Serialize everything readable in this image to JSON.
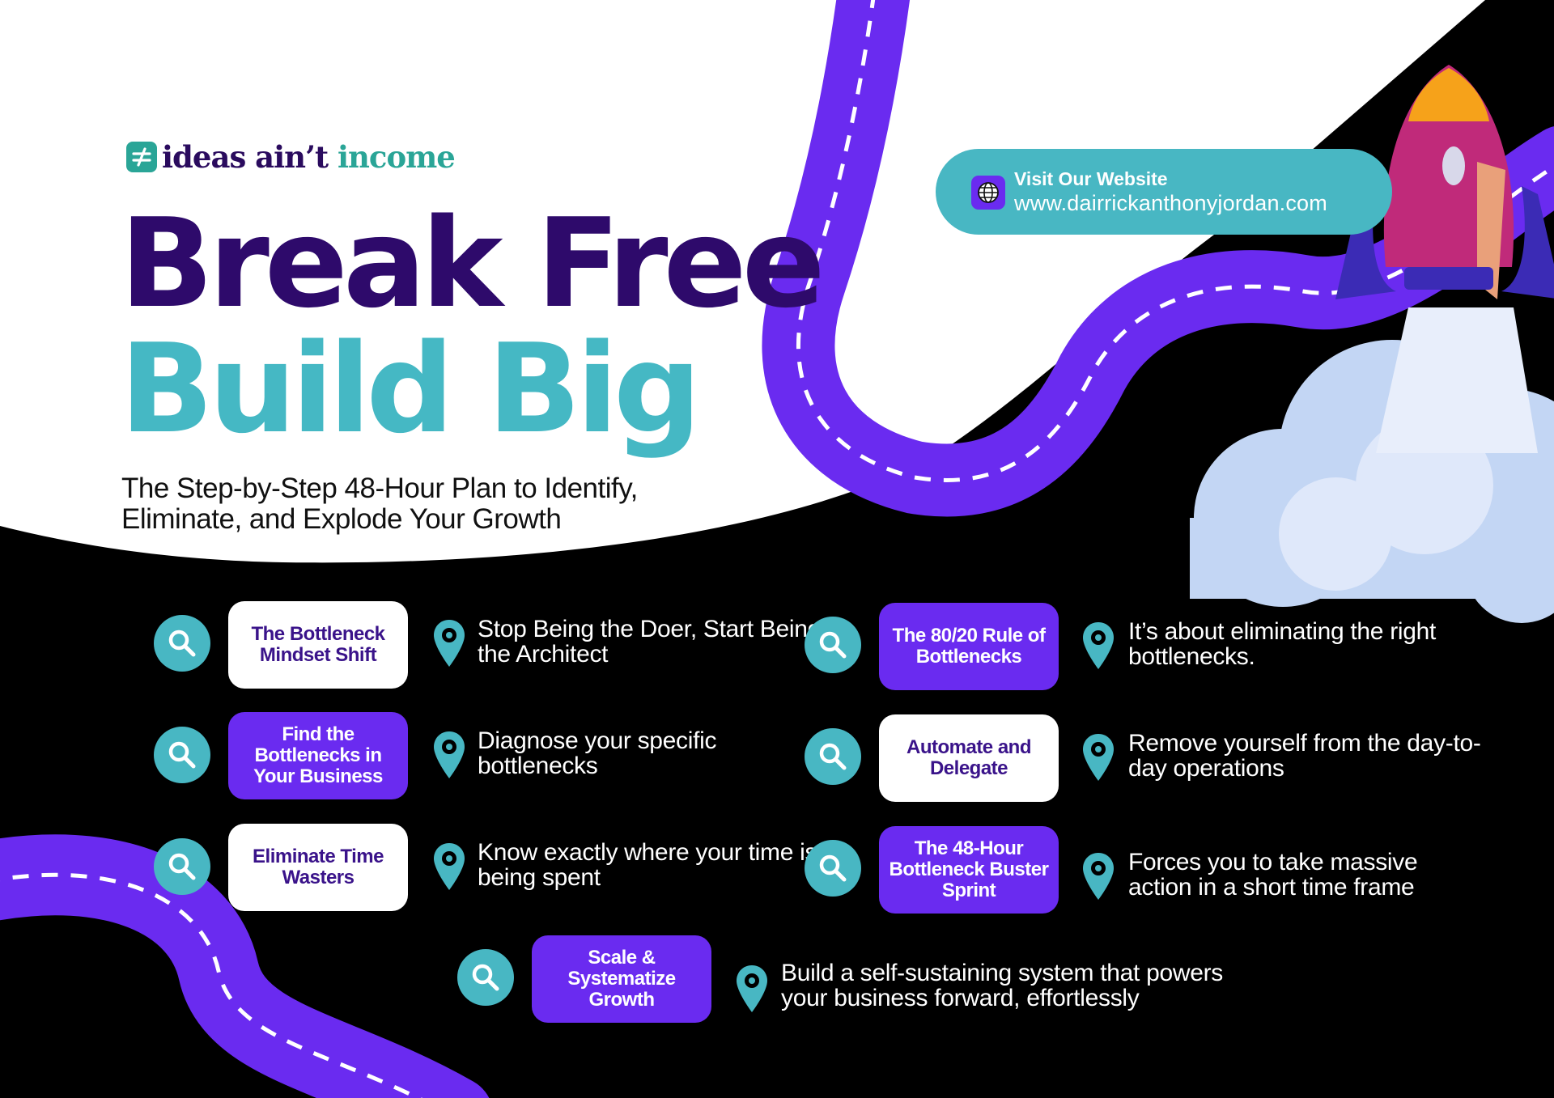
{
  "brand": {
    "prefix": "ideas ain’t",
    "suffix": "income",
    "colors": {
      "dark_purple": "#2e0a6b",
      "teal": "#48b7c3",
      "green": "#2aa597",
      "violet": "#6a2bf0"
    }
  },
  "hero": {
    "title_line1": "Break Free",
    "title_line2": "Build Big",
    "subtitle": "The Step-by-Step 48-Hour Plan to Identify, Eliminate, and Explode Your Growth"
  },
  "website": {
    "label": "Visit Our Website",
    "url": "www.dairrickanthonyjordan.com",
    "icon": "globe-icon"
  },
  "steps": [
    {
      "title": "The Bottleneck Mindset Shift",
      "description": "Stop Being the Doer, Start Being the Architect",
      "style": "white"
    },
    {
      "title": "Find the Bottlenecks in Your Business",
      "description": "Diagnose your specific bottlenecks",
      "style": "purple"
    },
    {
      "title": "Eliminate Time Wasters",
      "description": "Know exactly where your time is being spent",
      "style": "white"
    },
    {
      "title": "The 80/20 Rule of Bottlenecks",
      "description": "It’s about eliminating the right bottlenecks.",
      "style": "purple"
    },
    {
      "title": "Automate and Delegate",
      "description": "Remove yourself from the day-to-day operations",
      "style": "white"
    },
    {
      "title": "The 48-Hour Bottleneck Buster Sprint",
      "description": "Forces you to take massive action in a short time frame",
      "style": "purple"
    },
    {
      "title": "Scale & Systematize Growth",
      "description": "Build a self-sustaining system that powers your business forward, effortlessly",
      "style": "purple"
    }
  ],
  "icons": {
    "step_icon": "magnifier-icon",
    "desc_icon": "location-pin-icon",
    "decoration": "rocket-icon"
  }
}
